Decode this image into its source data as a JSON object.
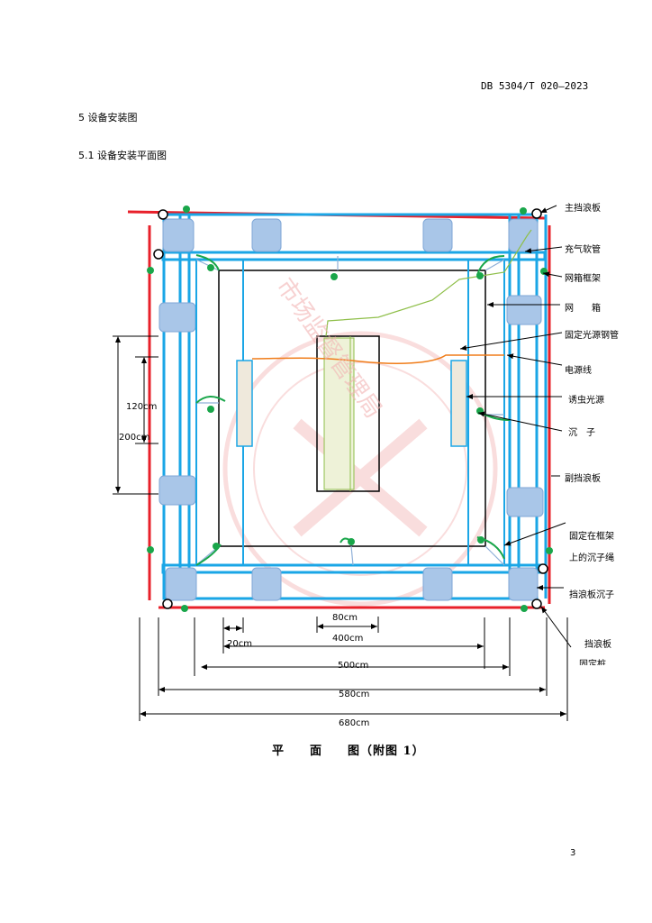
{
  "header": {
    "doc_code": "DB 5304/T 020—2023"
  },
  "sections": {
    "s5": "5 设备安装图",
    "s51": "5.1 设备安装平面图"
  },
  "diagram": {
    "labels": {
      "main_wave_board": "主挡浪板",
      "inflation_hose": "充气软管",
      "floating_frame": "网箱框架",
      "net_cage": "网　　箱",
      "fixed_light_tube": "固定光源钢管",
      "power_line": "电源线",
      "insect_light": "诱虫光源",
      "sinker": "沉　子",
      "aux_wave_board": "副挡浪板",
      "frame_sinker_1": "固定在框架",
      "frame_sinker_2": "上的沉子绳",
      "board_sinker": "挡浪板沉子",
      "board_fix_1": "挡浪板",
      "board_fix_2": "固定桩"
    },
    "dims": {
      "d120": "120cm",
      "d200": "200cm",
      "d80": "80cm",
      "d20": "20cm",
      "d400": "400cm",
      "d500": "500cm",
      "d580": "580cm",
      "d680": "680cm"
    },
    "caption": "平　　面　　图（附图 1）",
    "watermark": "市场监督管理局"
  },
  "footer": {
    "page_number": "3"
  },
  "colors": {
    "frame_blue": "#1aa6e6",
    "wave_red": "#e8202a",
    "float_fill": "#a9c6e8",
    "sinker_green": "#19a64a",
    "power_orange": "#f07d1a",
    "hose_green": "#8fbf4a",
    "watermark": "#f0a0a0"
  }
}
